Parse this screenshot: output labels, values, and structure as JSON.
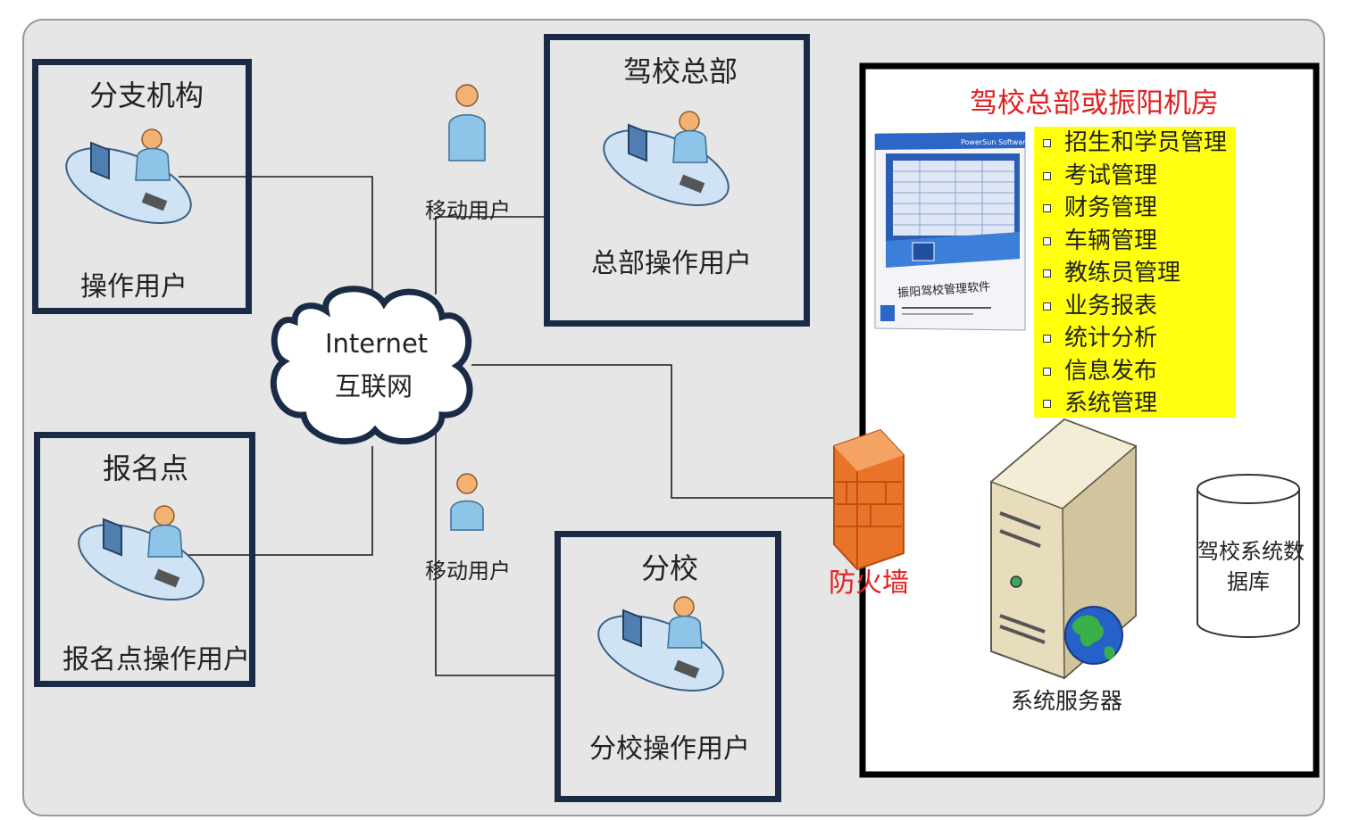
{
  "branch": {
    "title": "分支机构",
    "user_label": "操作用户"
  },
  "headquarters": {
    "title": "驾校总部",
    "user_label": "总部操作用户"
  },
  "signup_point": {
    "title": "报名点",
    "user_label": "报名点操作用户"
  },
  "school": {
    "title": "分校",
    "user_label": "分校操作用户"
  },
  "mobile_user_top": "移动用户",
  "mobile_user_bottom": "移动用户",
  "cloud": {
    "line1": "Internet",
    "line2": "互联网"
  },
  "server_room": {
    "title": "驾校总部或振阳机房",
    "features": [
      "招生和学员管理",
      "考试管理",
      "财务管理",
      "车辆管理",
      "教练员管理",
      "业务报表",
      "统计分析",
      "信息发布",
      "系统管理"
    ]
  },
  "software_box": {
    "brand": "PowerSun Software",
    "name": "振阳驾校管理软件"
  },
  "firewall": "防火墙",
  "server": "系统服务器",
  "database": {
    "line1": "驾校系统数",
    "line2": "据库"
  },
  "colors": {
    "frame": "#1b2a45",
    "background": "#e6e6e6",
    "highlight": "#ffff0e",
    "accent_red": "#e02020",
    "firewall": "#e8742a"
  }
}
